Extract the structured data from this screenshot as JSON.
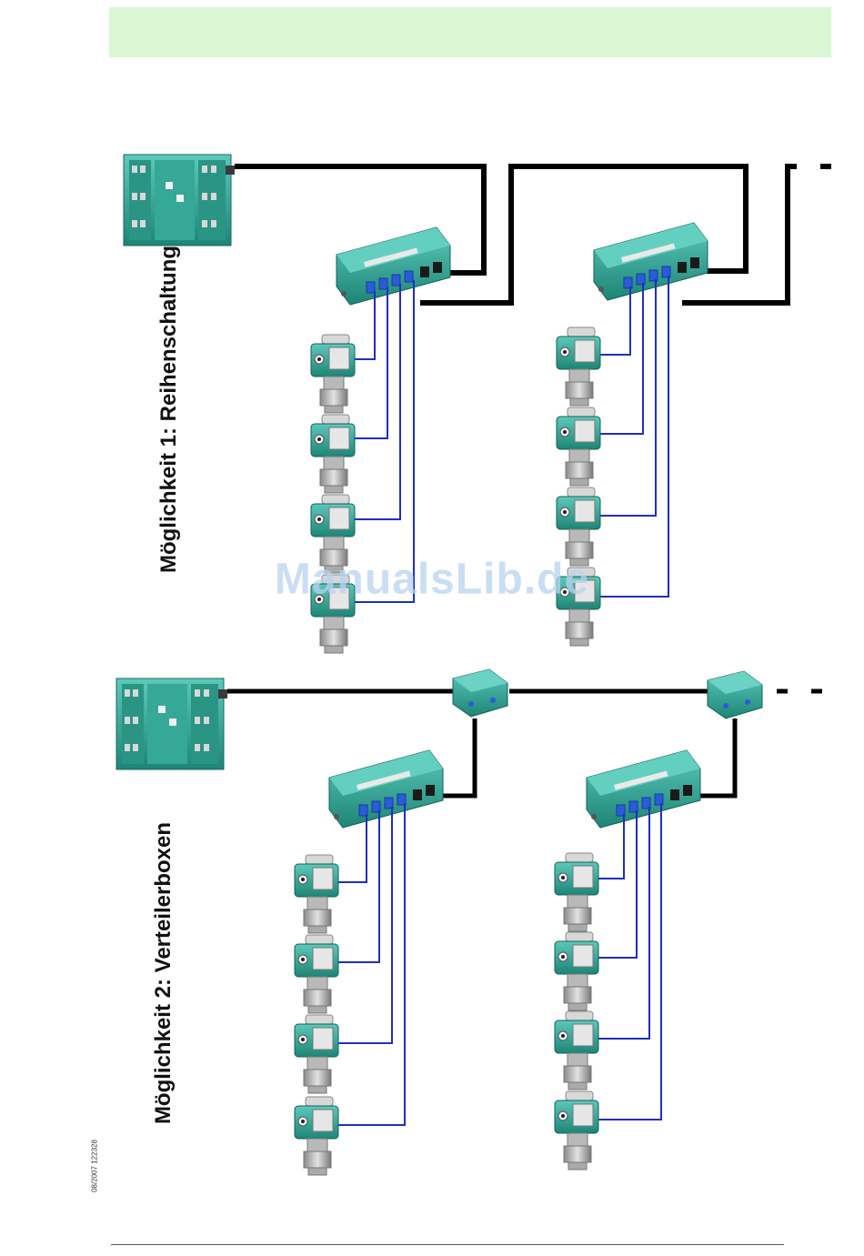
{
  "section1": {
    "title": "Möglichkeit 1: Reihenschaltung"
  },
  "section2": {
    "title": "Möglichkeit 2: Verteilerboxen"
  },
  "document_code": "08/2007 122328",
  "watermark": "ManualsLib.de",
  "colors": {
    "header_bar": "#d9f7d3",
    "device_teal": "#2fa597",
    "bus_cable": "#000000",
    "sensor_cable": "#1f2fc0"
  },
  "icons": [
    "power-supply-module",
    "field-barrier-box",
    "junction-box",
    "pressure-transmitter"
  ]
}
